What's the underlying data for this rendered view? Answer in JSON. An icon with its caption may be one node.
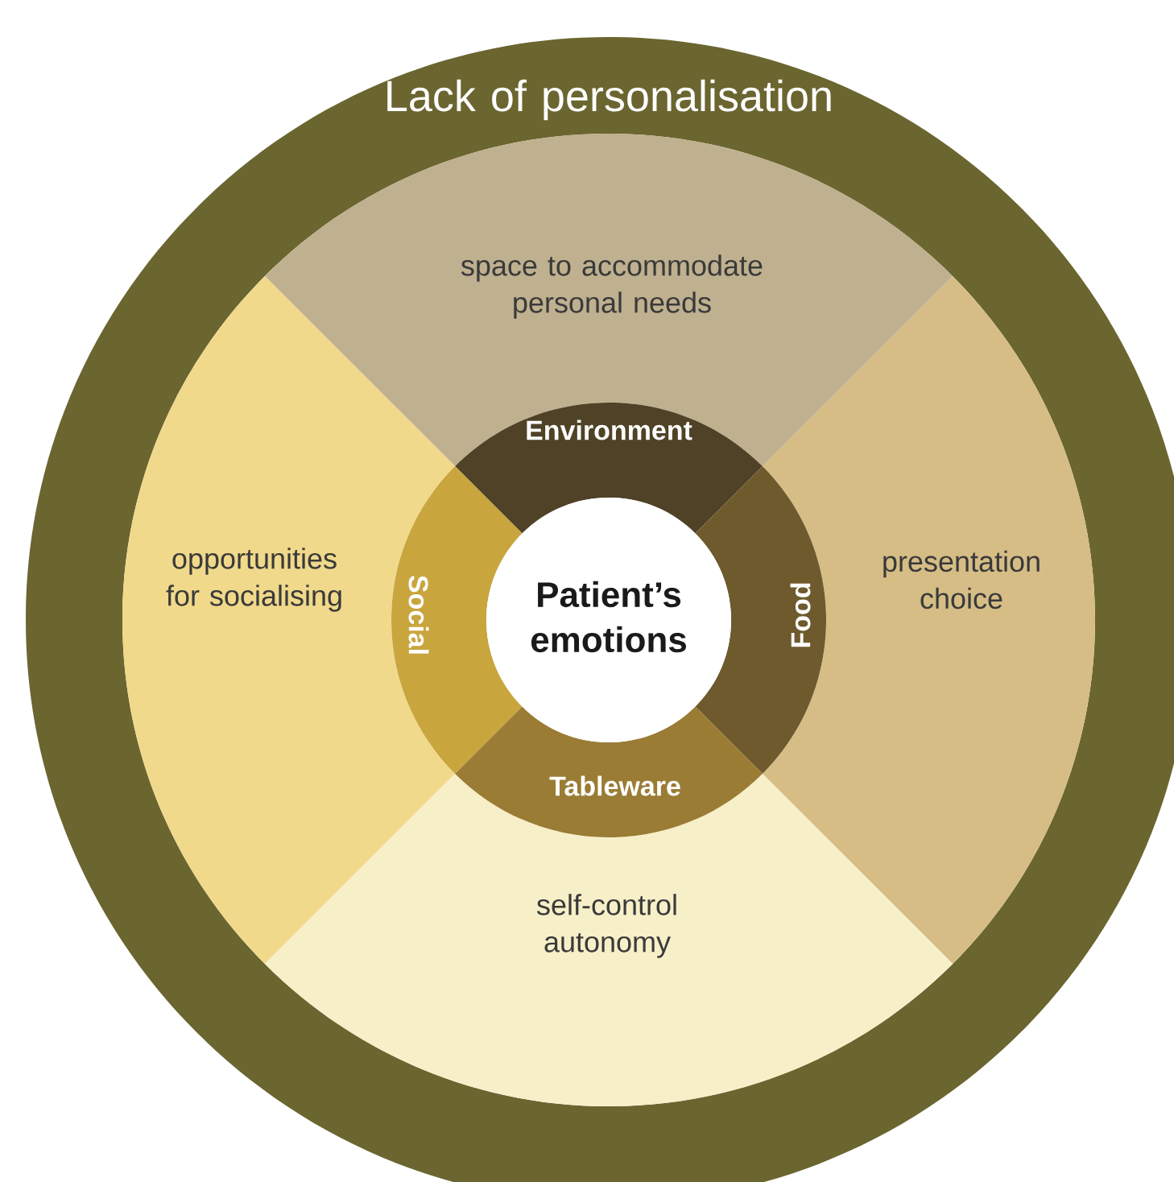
{
  "diagram": {
    "nodes": [
      {
        "text": [
          "Lack of personalisation"
        ]
      },
      {
        "text": [
          "space to accommodate personal needs"
        ],
        "in": 0
      },
      {
        "text": [
          "opportunities for socialising"
        ],
        "in": 0
      },
      {
        "text": [
          "presentation choice"
        ],
        "in": 0
      },
      {
        "text": [
          "self-control autonomy"
        ],
        "in": 0
      },
      {
        "text": [
          "Environment"
        ],
        "in": 0
      },
      {
        "text": [
          "Social"
        ],
        "in": 0
      },
      {
        "text": [
          "Food"
        ],
        "in": 0
      },
      {
        "text": [
          "Tableware"
        ],
        "in": 0
      },
      {
        "text": [
          "Patient’s emotions"
        ],
        "in": 0
      }
    ]
  }
}
